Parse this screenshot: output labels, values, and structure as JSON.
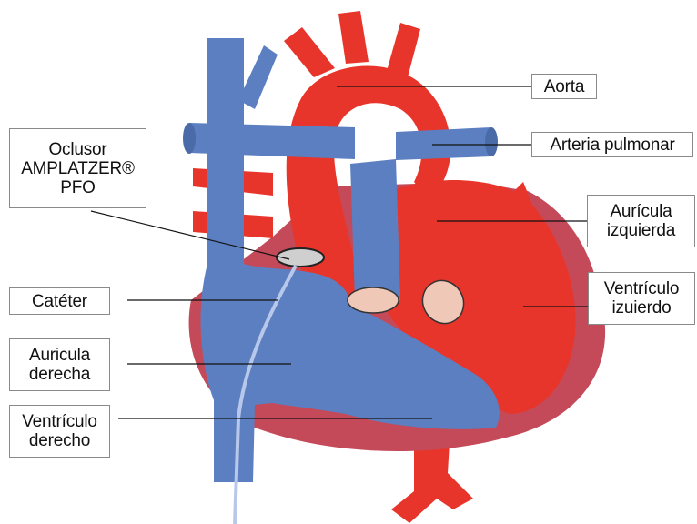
{
  "colors": {
    "artery_red": "#e8352b",
    "vein_blue": "#5b7fc0",
    "myocardium": "#c44a5a",
    "valve_pink": "#f0c8b8",
    "catheter": "#b8c8ea",
    "leader_line": "#111111"
  },
  "labels": {
    "aorta": "Aorta",
    "pulmonary_artery": "Arteria pulmonar",
    "left_atrium": {
      "line1": "Aurícula",
      "line2": "izquierda"
    },
    "left_ventricle": {
      "line1": "Ventrículo",
      "line2": "izuierdo"
    },
    "occluder": {
      "line1": "Oclusor",
      "line2": "AMPLATZER®",
      "line3": "PFO"
    },
    "catheter": "Catéter",
    "right_atrium": {
      "line1": "Auricula",
      "line2": "derecha"
    },
    "right_ventricle": {
      "line1": "Ventrículo",
      "line2": "derecho"
    }
  }
}
